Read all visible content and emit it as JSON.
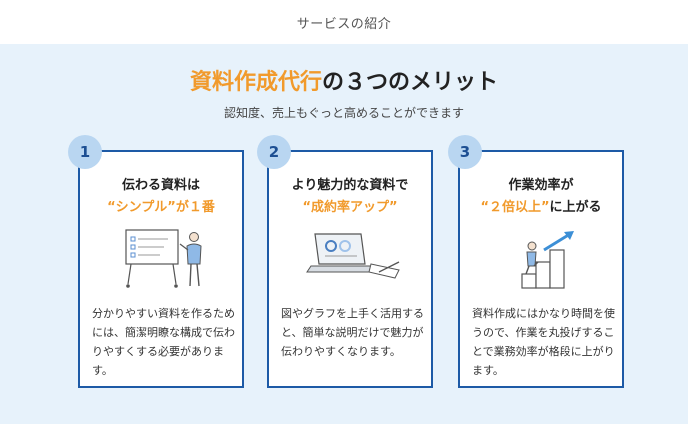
{
  "page": {
    "title": "サービスの紹介"
  },
  "headline": {
    "accent": "資料作成代行",
    "rest": "の３つのメリット"
  },
  "subtitle": "認知度、売上もぐっと高めることができます",
  "cards": [
    {
      "number": "1",
      "title": "伝わる資料は",
      "highlight_orange": "“シンプル”が１番",
      "highlight_dark": "",
      "description": "分かりやすい資料を作るためには、簡潔明瞭な構成で伝わりやすくする必要があります。",
      "illustration": "whiteboard-presenter-icon"
    },
    {
      "number": "2",
      "title": "より魅力的な資料で",
      "highlight_orange": "“成約率アップ”",
      "highlight_dark": "",
      "description": "図やグラフを上手く活用すると、簡単な説明だけで魅力が伝わりやすくなります。",
      "illustration": "laptop-charts-icon"
    },
    {
      "number": "3",
      "title": "作業効率が",
      "highlight_orange": "“２倍以上”",
      "highlight_dark": "に上がる",
      "description": "資料作成にはかなり時間を使うので、作業を丸投げすることで業務効率が格段に上がります。",
      "illustration": "stairs-growth-icon"
    }
  ],
  "colors": {
    "accent": "#f19a2c",
    "border": "#1d5aa6",
    "panel": "#e7f2fb",
    "badge": "#b9d6f1"
  }
}
